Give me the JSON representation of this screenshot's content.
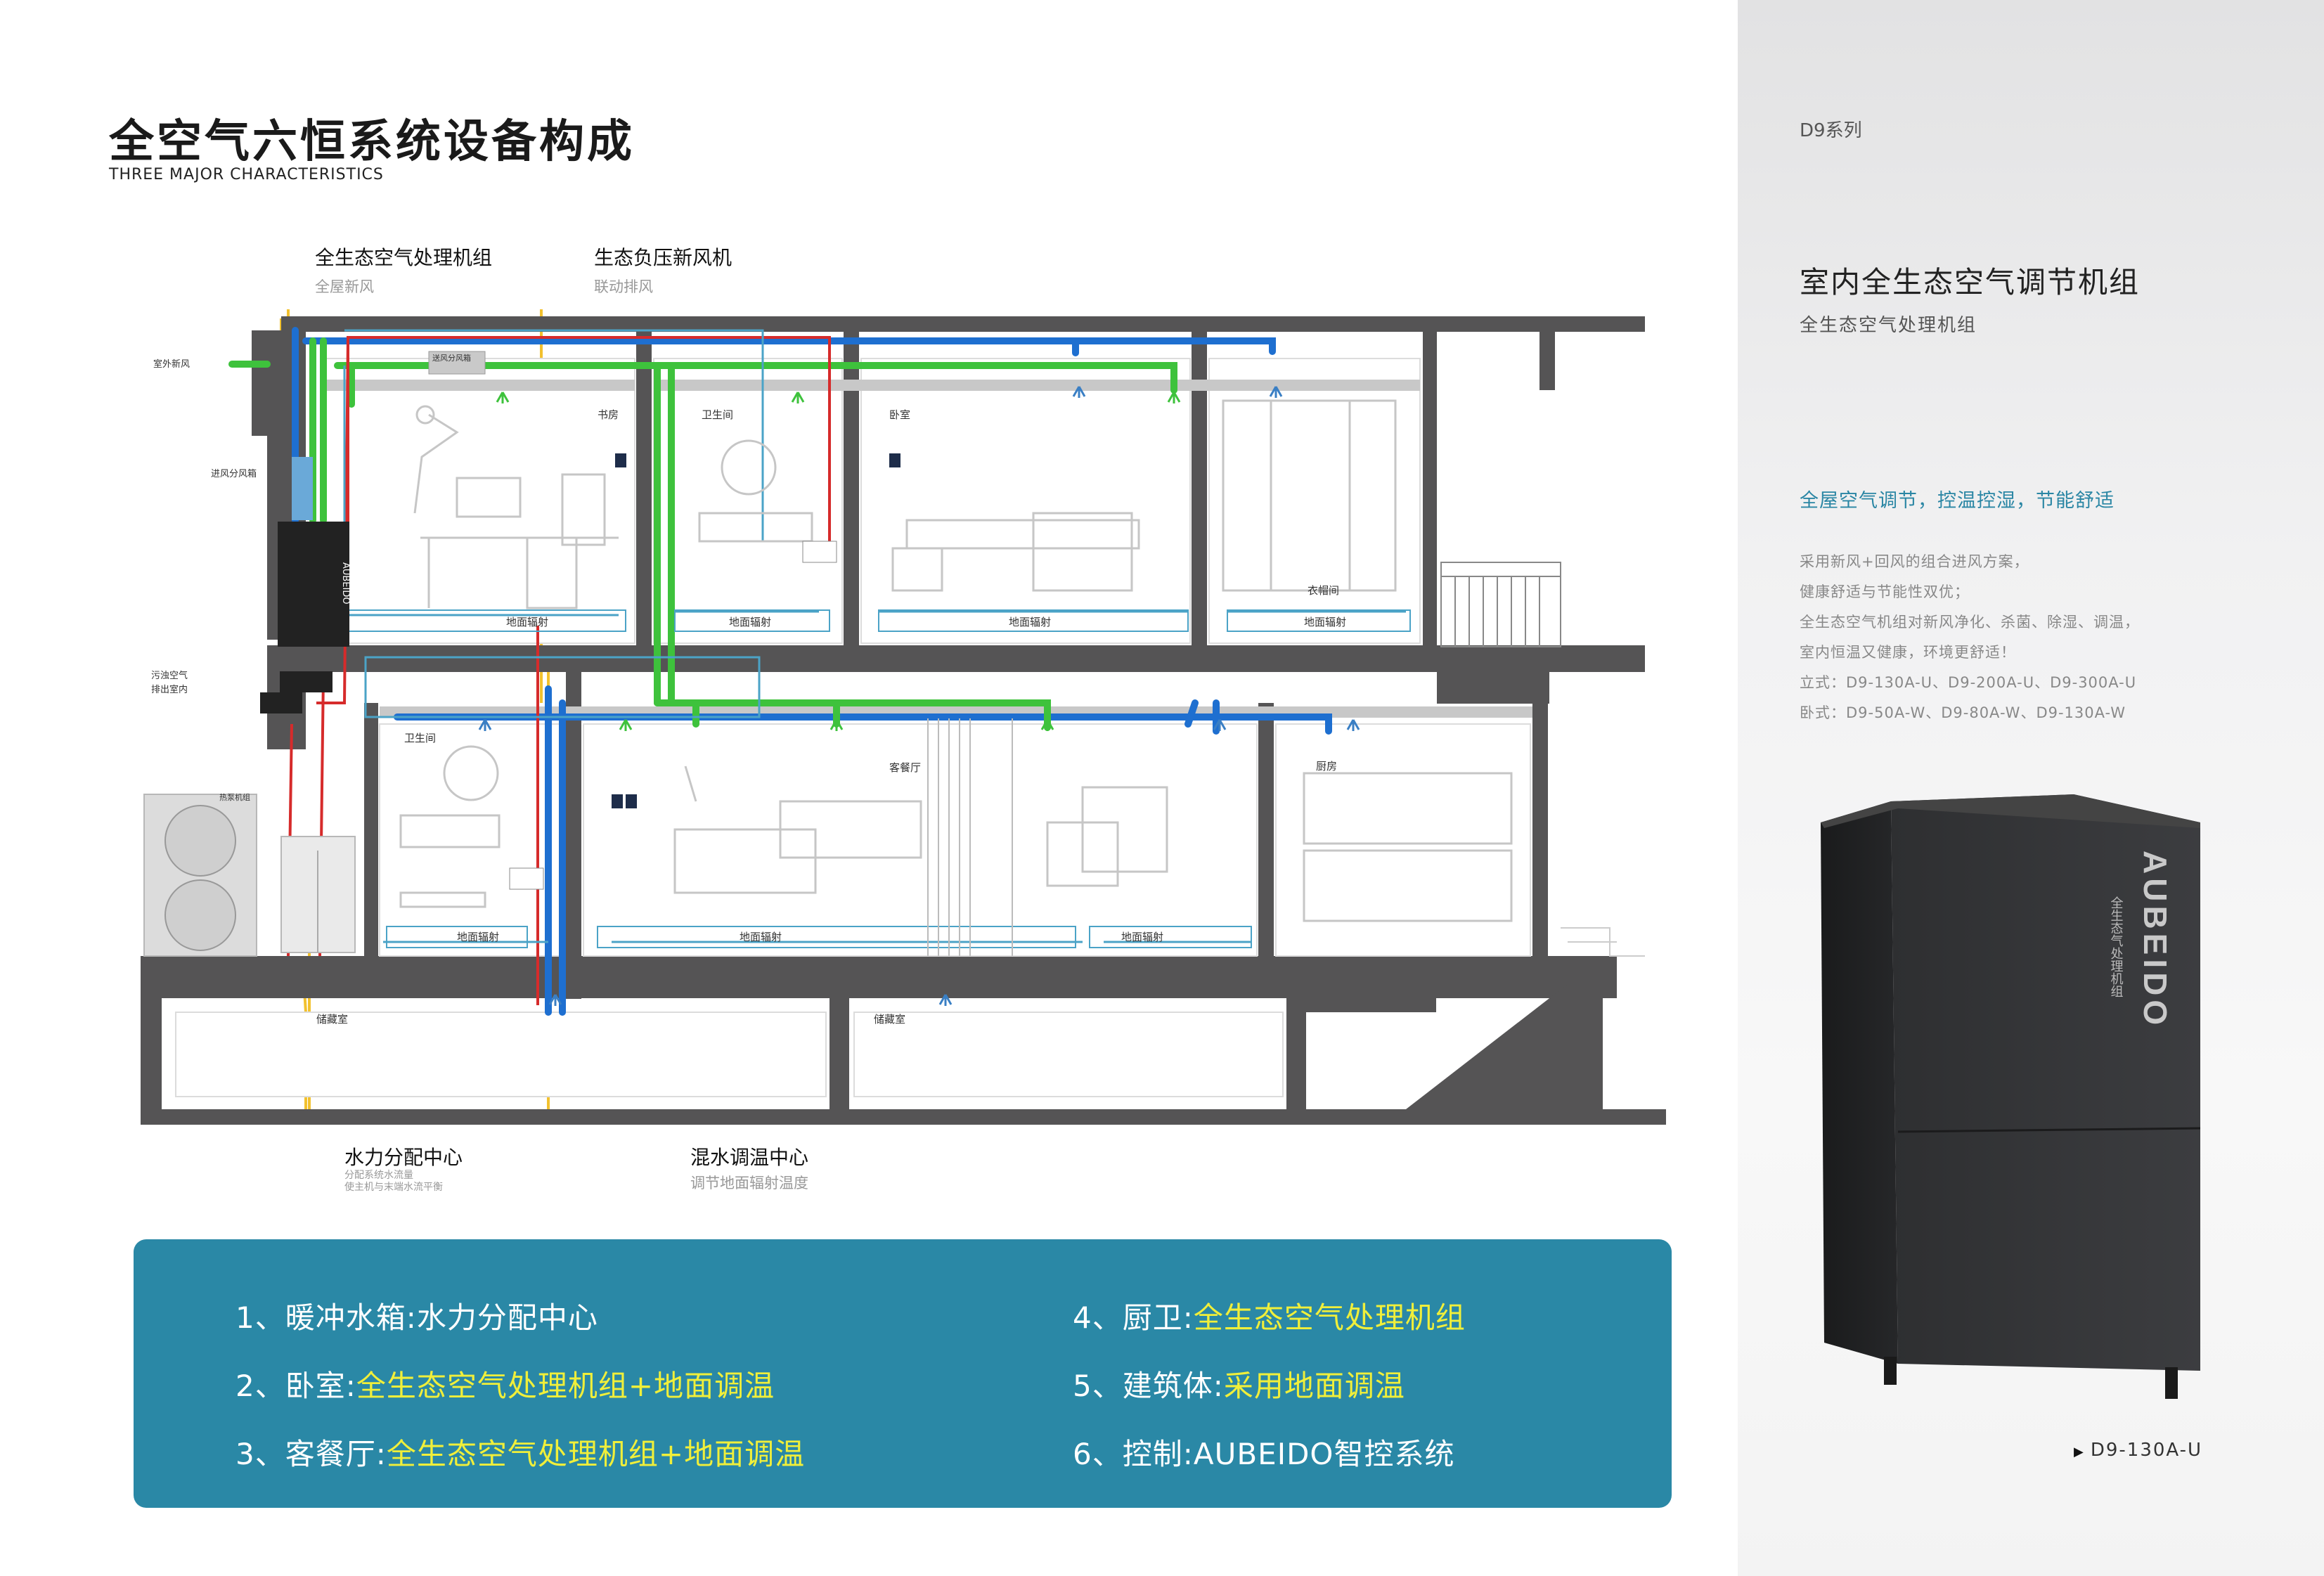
{
  "left": {
    "title": "全空气六恒系统设备构成",
    "subtitle": "THREE MAJOR CHARACTERISTICS"
  },
  "callouts": {
    "ahu_title": "全生态空气处理机组",
    "ahu_sub": "全屋新风",
    "fresh_title": "生态负压新风机",
    "fresh_sub": "联动排风",
    "hydro_title": "水力分配中心",
    "hydro_sub1": "分配系统水流量",
    "hydro_sub2": "使主机与末端水流平衡",
    "mix_title": "混水调温中心",
    "mix_sub": "调节地面辐射温度"
  },
  "diagram": {
    "outdoor_fresh": "室外新风",
    "intake_box": "进风分风箱",
    "exhaust_line1": "污浊空气",
    "exhaust_line2": "排出室内",
    "splitter": "送风分风箱",
    "brand": "AUBEIDO",
    "heatpump": "热泵机组",
    "rooms": {
      "study": "书房",
      "bath_top": "卫生间",
      "bedroom": "卧室",
      "wardrobe": "衣帽间",
      "bath_mid": "卫生间",
      "living": "客餐厅",
      "kitchen": "厨房",
      "storage1": "储藏室",
      "storage2": "储藏室"
    },
    "floor_heat": "地面辐射"
  },
  "panel": {
    "i1_pre": "1、暖冲水箱:",
    "i1_main": "水力分配中心",
    "i2_pre": "2、卧室:",
    "i2_hl": "全生态空气处理机组+地面调温",
    "i3_pre": "3、客餐厅:",
    "i3_hl": "全生态空气处理机组+地面调温",
    "i4_pre": "4、厨卫:",
    "i4_hl": "全生态空气处理机组",
    "i5_pre": "5、建筑体:",
    "i5_hl": "采用地面调温",
    "i6_pre": "6、控制:",
    "i6_main": "AUBEIDO智控系统"
  },
  "right": {
    "series": "D9系列",
    "title": "室内全生态空气调节机组",
    "sub": "全生态空气处理机组",
    "blue": "全屋空气调节，控温控湿，节能舒适",
    "p1": "采用新风+回风的组合进风方案，",
    "p2": "健康舒适与节能性双优；",
    "p3": "全生态空气机组对新风净化、杀菌、除湿、调温，",
    "p4": "室内恒温又健康，环境更舒适！",
    "p5": "立式：D9-130A-U、D9-200A-U、D9-300A-U",
    "p6": "卧式：D9-50A-W、D9-80A-W、D9-130A-W",
    "unit_brand": "AUBEIDO",
    "unit_vertical": "全生态气处理机组",
    "model": "D9-130A-U"
  },
  "colors": {
    "accent_blue": "#2a88a6",
    "highlight": "#f0ef3a",
    "duct_blue": "#1e6fd0",
    "duct_green": "#3ec23c",
    "pipe_red": "#d62b2b",
    "callout_line": "#f2c12e",
    "wall": "#555455"
  }
}
